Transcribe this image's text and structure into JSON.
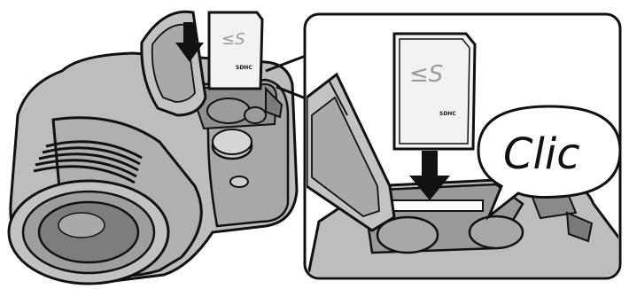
{
  "callout": {
    "text": "Clic"
  },
  "card": {
    "logo_text": "≤S",
    "small_text": "SDHC"
  },
  "colors": {
    "outline": "#111111",
    "body_fill": "#b9b9b9",
    "body_dark": "#8a8a8a",
    "card_fill": "#f2f2f2",
    "logo": "#9a9a9a",
    "background": "#ffffff"
  },
  "icons": {
    "insert_arrow": "arrow-down-icon",
    "card": "sd-card-icon",
    "camera": "camera-icon"
  }
}
